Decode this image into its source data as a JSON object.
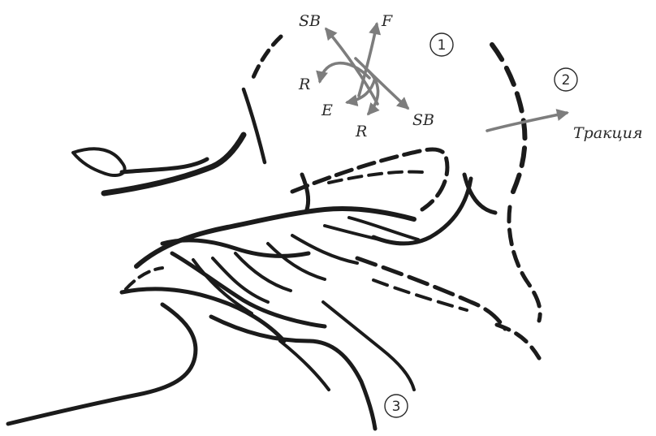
{
  "labels": {
    "sb_top": "SB",
    "f": "F",
    "r_left": "R",
    "e": "E",
    "r_bottom": "R",
    "sb_bottom": "SB",
    "traction": "Тракция"
  },
  "markers": {
    "one": "1",
    "two": "2",
    "three": "3"
  },
  "colors": {
    "ink": "#1b1b1b",
    "arrows": "#7d7d7d",
    "background": "#ffffff"
  }
}
